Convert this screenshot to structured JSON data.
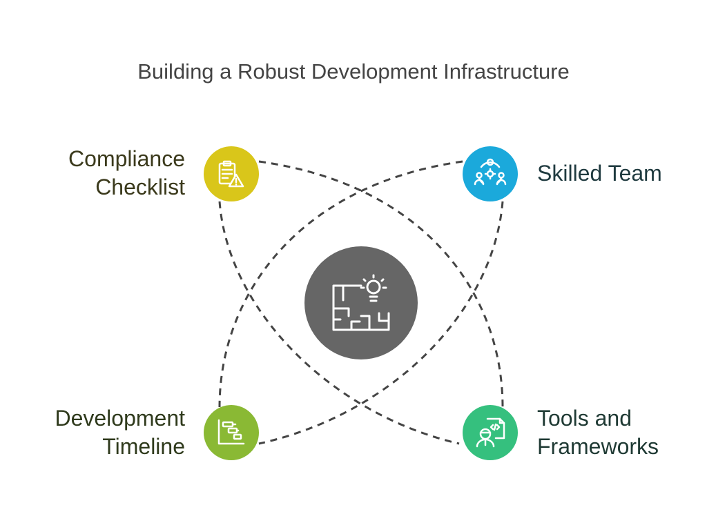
{
  "title": "Building a Robust Development Infrastructure",
  "center": {
    "icon": "blueprint-lightbulb-icon",
    "color": "#666666"
  },
  "nodes": [
    {
      "id": "compliance",
      "label": "Compliance\nChecklist",
      "icon": "clipboard-warning-icon",
      "color": "#D9C61A",
      "label_color": "#3B3A1C"
    },
    {
      "id": "skilled-team",
      "label": "Skilled Team",
      "icon": "team-network-icon",
      "color": "#1BA9DB",
      "label_color": "#1F3A3F"
    },
    {
      "id": "timeline",
      "label": "Development\nTimeline",
      "icon": "gantt-chart-icon",
      "color": "#8AB934",
      "label_color": "#2F3A1C"
    },
    {
      "id": "tools",
      "label": "Tools and\nFrameworks",
      "icon": "developer-code-icon",
      "color": "#35C07E",
      "label_color": "#1F3A34"
    }
  ],
  "connector_color": "#444444"
}
